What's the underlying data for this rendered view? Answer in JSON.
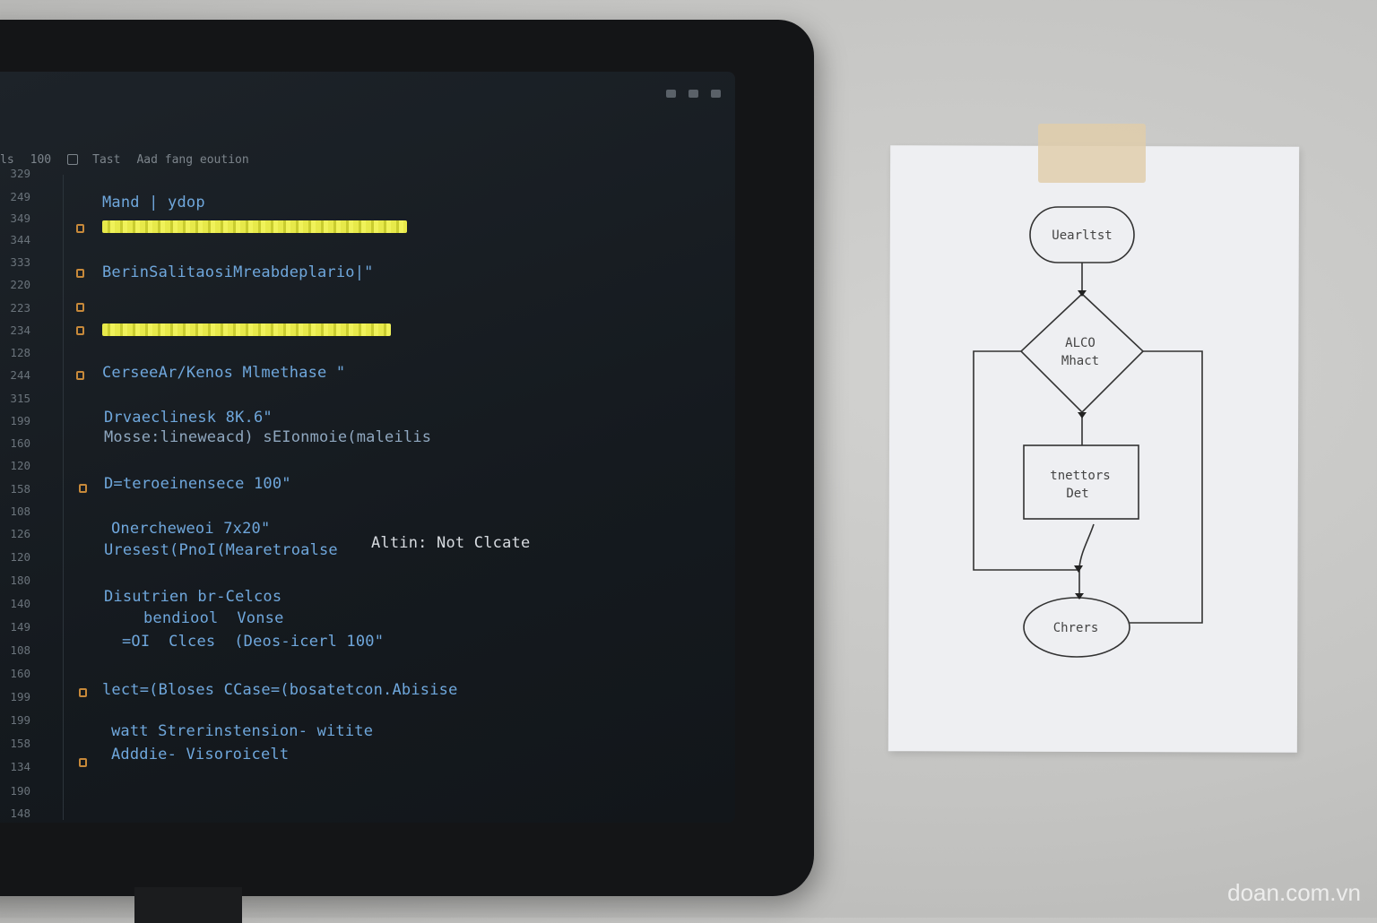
{
  "editor": {
    "menu": [
      "ls",
      "100",
      "Tast",
      "Aad fang eoution"
    ],
    "line_numbers": [
      "329",
      "249",
      "349",
      "344",
      "333",
      "220",
      "223",
      "234",
      "128",
      "244",
      "315",
      "199",
      "160",
      "120",
      "158",
      "108",
      "126",
      "120",
      "180",
      "140",
      "149",
      "108",
      "160",
      "199",
      "199",
      "158",
      "134",
      "190",
      "148"
    ],
    "lines": [
      {
        "text": "Mand | ydop",
        "style": "code"
      },
      {
        "text": "BerinSalitaosiMreabdeplario|\"",
        "style": "code"
      },
      {
        "text": "CerseeAr/Kenos Mlmethase \"",
        "style": "code"
      },
      {
        "text": "Drvaeclinesk 8K.6\"",
        "style": "code"
      },
      {
        "text": "Mosse:lineweacd) sEIonmoie(maleilis",
        "style": "muted"
      },
      {
        "text": "D=teroeinensece 100\"",
        "style": "code"
      },
      {
        "text": "Onercheweoi 7x20\"",
        "style": "code"
      },
      {
        "text": "Uresest(PnoI(Mearetroalse",
        "style": "code"
      },
      {
        "text": "Altin: Not Clcate",
        "style": "white"
      },
      {
        "text": "Disutrien br-Celcos",
        "style": "code"
      },
      {
        "text": "bendiool  Vonse",
        "style": "code"
      },
      {
        "text": "=OI  Clces  (Deos-icerl 100\"",
        "style": "code"
      },
      {
        "text": "lect=(Bloses CCase=(bosatetcon.Abisise",
        "style": "code"
      },
      {
        "text": "watt Strerinstension- witite",
        "style": "code"
      },
      {
        "text": "Adddie- Visoroicelt",
        "style": "code"
      }
    ]
  },
  "flowchart": {
    "start": "Uearltst",
    "decision_line1": "ALCO",
    "decision_line2": "Mhact",
    "process_line1": "tnettors",
    "process_line2": "Det",
    "end": "Chrers"
  },
  "watermark": "doan.com.vn"
}
